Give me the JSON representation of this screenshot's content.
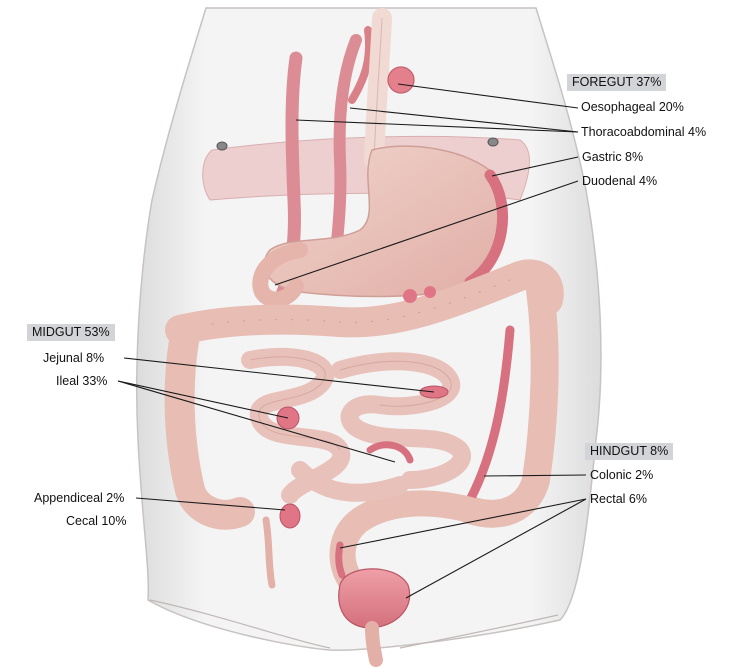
{
  "colors": {
    "skin": "#f6f3f2",
    "outline": "#b9b1b0",
    "organ": "#e9c0b8",
    "organ_dark": "#d79e95",
    "vessel": "#dc8c94",
    "vessel_dark": "#c3606d",
    "header_bg": "#d2d4d7",
    "leader": "#1a1a1a"
  },
  "headers": {
    "foregut": "FOREGUT 37%",
    "midgut": "MIDGUT 53%",
    "hindgut": "HINDGUT 8%"
  },
  "labels": {
    "oesophageal": "Oesophageal 20%",
    "thoracoabdominal": "Thoracoabdominal 4%",
    "gastric": "Gastric 8%",
    "duodenal": "Duodenal 4%",
    "jejunal": "Jejunal 8%",
    "ileal": "Ileal 33%",
    "appendiceal": "Appendiceal 2%",
    "cecal": "Cecal 10%",
    "colonic": "Colonic 2%",
    "rectal": "Rectal 6%"
  }
}
